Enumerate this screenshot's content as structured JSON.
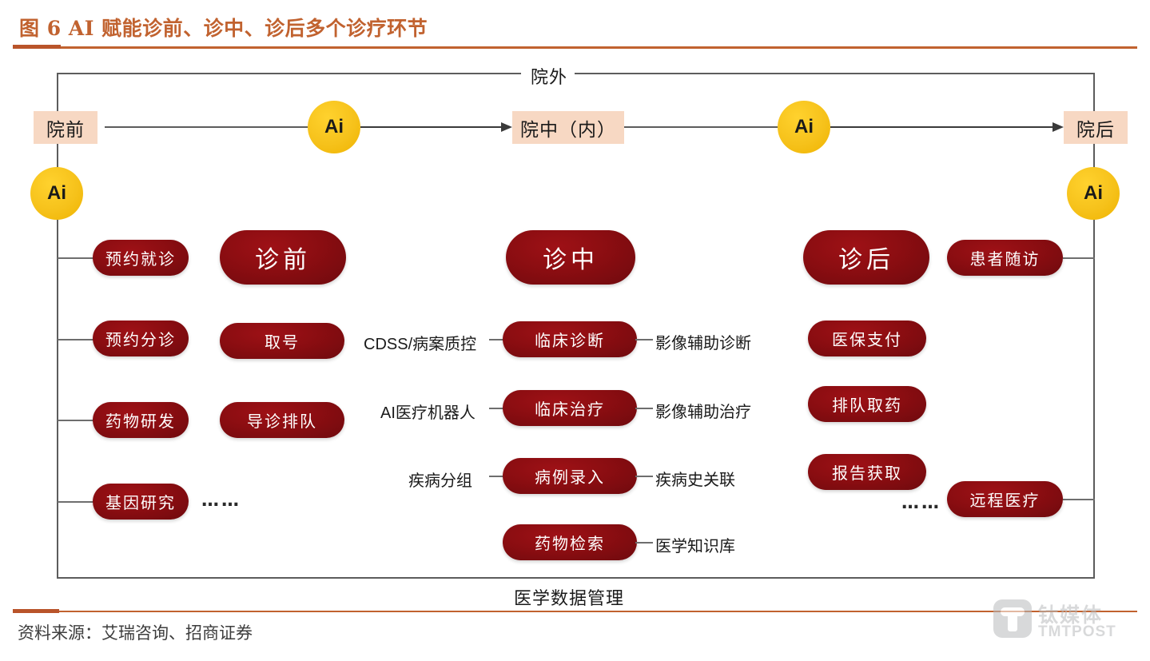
{
  "header": {
    "title": "图 6 AI 赋能诊前、诊中、诊后多个诊疗环节",
    "accent_color": "#c1622f"
  },
  "footer": {
    "source": "资料来源：艾瑞咨询、招商证券"
  },
  "watermark": {
    "cn": "钛媒体",
    "en": "TMTPOST",
    "logo_icon": "tmtpost-logo-icon",
    "color": "#b9bbbd"
  },
  "diagram": {
    "outside_label": "院外",
    "bottom_label": "医学数据管理",
    "ai_badge_label": "Ai",
    "colors": {
      "stage_box_bg": "#f7d8c3",
      "pill_bg": "#8a0d11",
      "ai_bg": "#f6c21b",
      "line": "#5c5c5c"
    },
    "stages": [
      {
        "id": "pre",
        "label": "院前"
      },
      {
        "id": "in",
        "label": "院中（内）"
      },
      {
        "id": "post",
        "label": "院后"
      }
    ],
    "ai_nodes": [
      {
        "id": "ai-left",
        "label": "Ai"
      },
      {
        "id": "ai-pre-to-in",
        "label": "Ai"
      },
      {
        "id": "ai-in-to-post",
        "label": "Ai"
      },
      {
        "id": "ai-right",
        "label": "Ai"
      }
    ],
    "phase_headers": [
      {
        "id": "phase-pre",
        "label": "诊前"
      },
      {
        "id": "phase-in",
        "label": "诊中"
      },
      {
        "id": "phase-post",
        "label": "诊后"
      }
    ],
    "columns": {
      "pre_outside": {
        "items": [
          {
            "label": "预约就诊"
          },
          {
            "label": "预约分诊"
          },
          {
            "label": "药物研发"
          },
          {
            "label": "基因研究"
          }
        ],
        "ellipsis": "……"
      },
      "pre_inside": {
        "items": [
          {
            "label": "取号"
          },
          {
            "label": "导诊排队"
          }
        ]
      },
      "in_hospital": {
        "rows": [
          {
            "left": "CDSS/病案质控",
            "center": "临床诊断",
            "right": "影像辅助诊断",
            "left_is_latin": true
          },
          {
            "left": "AI医疗机器人",
            "center": "临床治疗",
            "right": "影像辅助治疗",
            "left_is_latin": true
          },
          {
            "left": "疾病分组",
            "center": "病例录入",
            "right": "疾病史关联",
            "left_is_latin": false
          },
          {
            "left": "",
            "center": "药物检索",
            "right": "医学知识库",
            "left_is_latin": false
          }
        ]
      },
      "post_inside": {
        "items": [
          {
            "label": "医保支付"
          },
          {
            "label": "排队取药"
          },
          {
            "label": "报告获取"
          }
        ],
        "ellipsis": "……"
      },
      "post_outside": {
        "items": [
          {
            "label": "患者随访"
          },
          {
            "label": "远程医疗"
          }
        ]
      }
    }
  }
}
